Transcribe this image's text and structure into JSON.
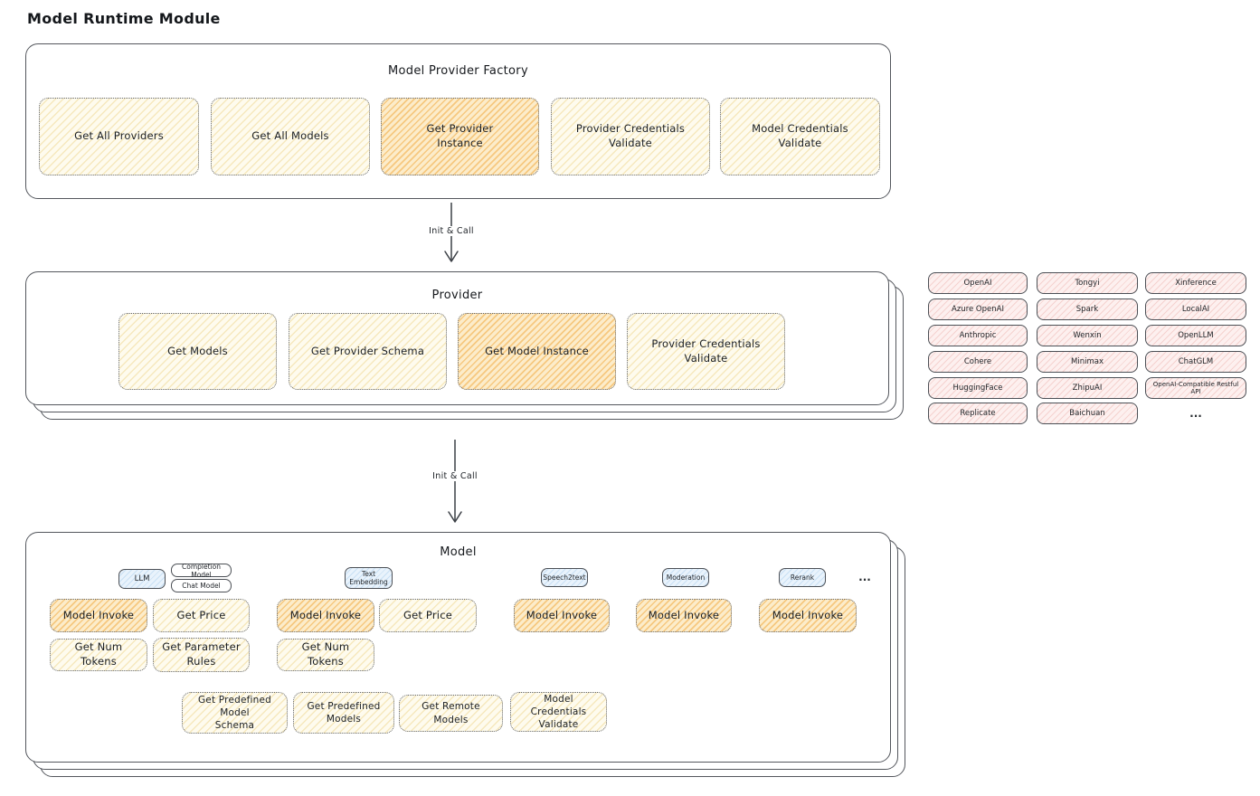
{
  "title": "Model Runtime Module",
  "palette": {
    "button_yellow_base": "#fefbee",
    "button_yellow_hatch": "#f6e8bd",
    "button_orange_base": "#fcecca",
    "button_orange_hatch": "#f6c87f",
    "tab_blue_base": "#e9f3fc",
    "provider_pink_base": "#fdf0ef",
    "stroke_dark": "#54575d"
  },
  "arrows": {
    "label1": "Init & Call",
    "label2": "Init & Call"
  },
  "factory": {
    "title": "Model Provider Factory",
    "buttons": [
      {
        "label": "Get All Providers",
        "highlight": false
      },
      {
        "label": "Get All Models",
        "highlight": false
      },
      {
        "label": "Get Provider\nInstance",
        "highlight": true
      },
      {
        "label": "Provider Credentials\nValidate",
        "highlight": false
      },
      {
        "label": "Model Credentials\nValidate",
        "highlight": false
      }
    ]
  },
  "provider": {
    "title": "Provider",
    "buttons": [
      {
        "label": "Get Models",
        "highlight": false
      },
      {
        "label": "Get Provider Schema",
        "highlight": false
      },
      {
        "label": "Get Model Instance",
        "highlight": true
      },
      {
        "label": "Provider Credentials\nValidate",
        "highlight": false
      }
    ]
  },
  "grid": {
    "items": [
      "OpenAI",
      "Tongyi",
      "Xinference",
      "Azure OpenAI",
      "Spark",
      "LocalAI",
      "Anthropic",
      "Wenxin",
      "OpenLLM",
      "Cohere",
      "Minimax",
      "ChatGLM",
      "HuggingFace",
      "ZhipuAI",
      "OpenAI-Compatible Restful API",
      "Replicate",
      "Baichuan"
    ],
    "more": "..."
  },
  "model": {
    "title": "Model",
    "tabs": {
      "llm": "LLM",
      "completion": "Completion Model",
      "chat": "Chat Model",
      "text_embedding": "Text\nEmbedding",
      "speech2text": "Speech2text",
      "moderation": "Moderation",
      "rerank": "Rerank",
      "more": "..."
    },
    "llm": {
      "invoke": "Model Invoke",
      "get_price": "Get Price",
      "get_num_tokens": "Get Num Tokens",
      "get_parameter_rules": "Get Parameter\nRules"
    },
    "text_embedding": {
      "invoke": "Model Invoke",
      "get_price": "Get Price",
      "get_num_tokens": "Get Num Tokens"
    },
    "speech2text": {
      "invoke": "Model Invoke"
    },
    "moderation": {
      "invoke": "Model Invoke"
    },
    "rerank": {
      "invoke": "Model Invoke"
    },
    "common": {
      "get_predefined_model_schema": "Get Predefined Model\nSchema",
      "get_predefined_models": "Get Predefined\nModels",
      "get_remote_models": "Get Remote Models",
      "model_credentials_validate": "Model Credentials\nValidate"
    }
  }
}
